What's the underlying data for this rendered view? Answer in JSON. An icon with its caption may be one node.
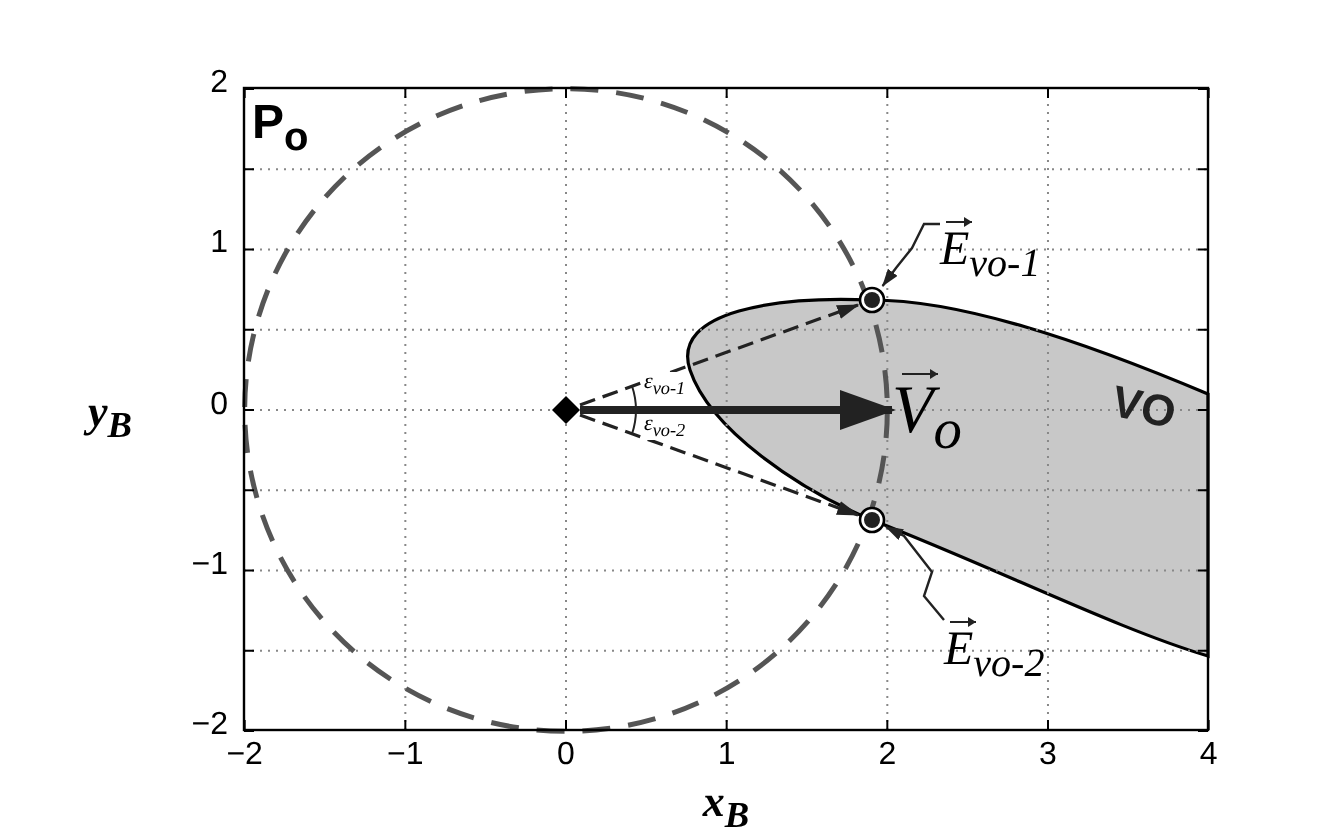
{
  "diagram": {
    "nodes": [
      {
        "text": [
          "E$_{vo-1}$"
        ]
      },
      {
        "text": [],
        "shape": "circle"
      },
      {
        "text": [],
        "shape": "diamond"
      },
      {
        "text": [
          "V$_{o}$"
        ]
      },
      {
        "text": [],
        "shape": "circle"
      },
      {
        "text": [
          "E$_{vo-2}$"
        ]
      }
    ],
    "edges": [
      {
        "from": 0,
        "to": 1,
        "arrow": "to"
      },
      {
        "from": 2,
        "to": 1,
        "arrow": "to",
        "style": "dashed"
      },
      {
        "from": 2,
        "to": 4,
        "arrow": "to",
        "style": "dashed"
      },
      {
        "from": 5,
        "to": 4,
        "arrow": "to"
      },
      {
        "from": 2,
        "to": 3,
        "arrow": "to",
        "style": "thick"
      }
    ],
    "labels": [
      "P$_{o}$",
      "2",
      "1",
      "0",
      "−1",
      "−2",
      "y$_{B}$",
      "ε$_{vo-1}$",
      "ε$_{vo-2}$",
      "VO",
      "−2",
      "−1",
      "0",
      "1",
      "2",
      "3",
      "4",
      "x$_{B}$"
    ]
  }
}
